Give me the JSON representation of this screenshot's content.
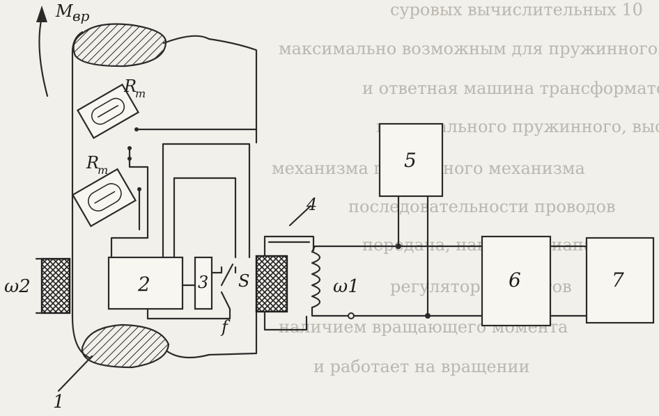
{
  "diagram": {
    "labels": {
      "torque": "M",
      "torque_sub": "вр",
      "sensor_top": "R",
      "sensor_top_sub": "т",
      "sensor_bottom": "R",
      "sensor_bottom_sub": "т",
      "block2": "2",
      "block3": "3",
      "contact_s": "S",
      "contact_f": "f",
      "core4": "4",
      "coil_w1": "ω1",
      "coil_w2": "ω2",
      "block5": "5",
      "block6": "6",
      "block7": "7",
      "shaft1": "1"
    },
    "background_text": [
      "суровых вычислительных 10",
      "максимально возможным для пружинного механизма",
      "и ответная машина трансформаторы",
      "вертикального пружинного, высота пр",
      "механизма пружинного механизма",
      "последовательности проводов",
      "передача, нагрузка диапазон",
      "регулятор моментов",
      "наличием вращающего момента",
      "и работает на вращении"
    ],
    "colors": {
      "ink": "#2a2a2a",
      "paper": "#f2f0ea"
    }
  }
}
